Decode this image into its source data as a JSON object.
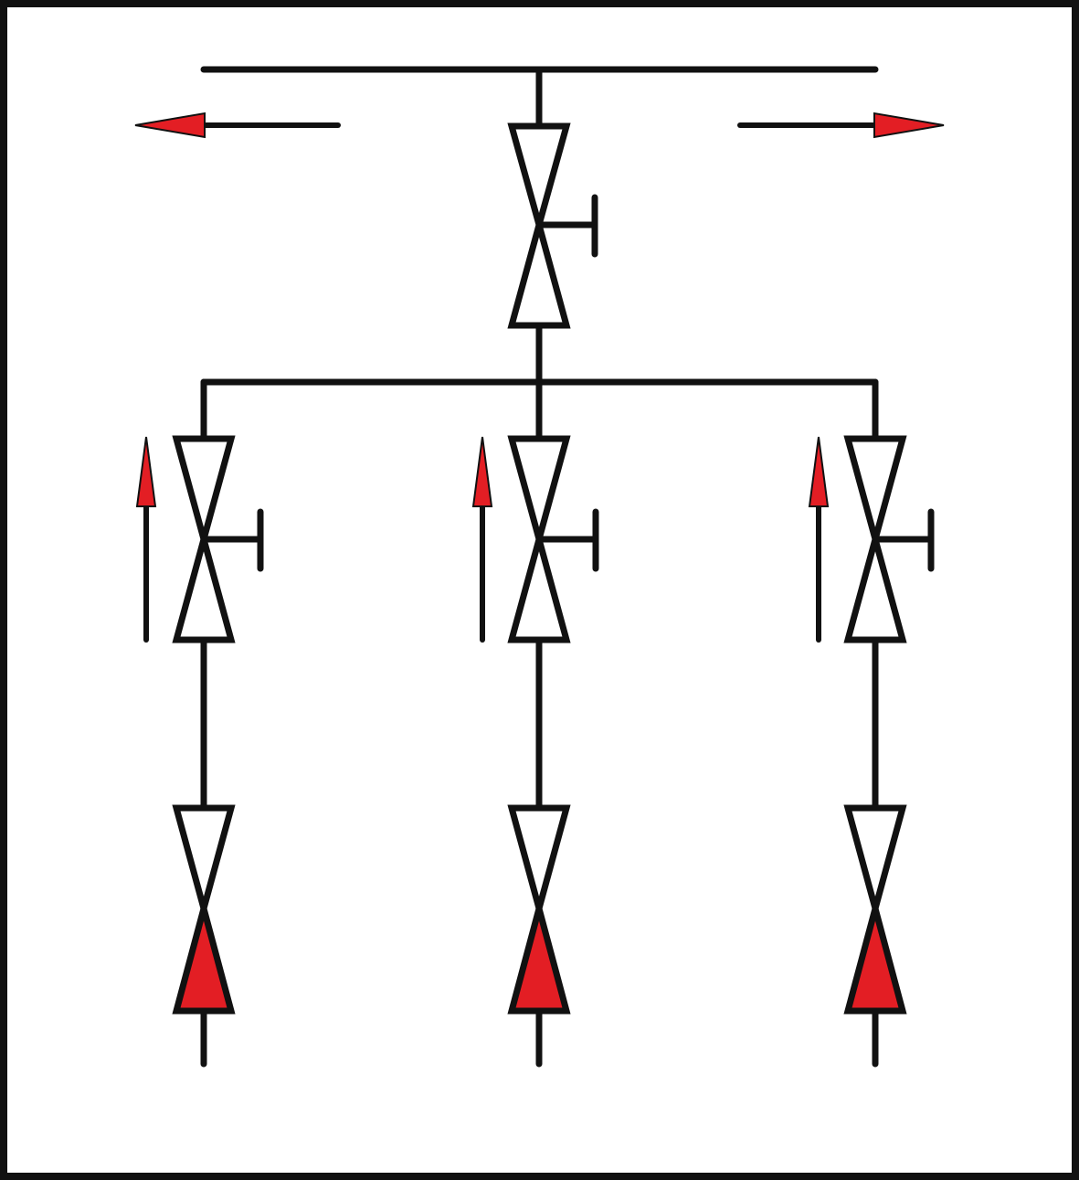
{
  "diagram": {
    "type": "valve-manifold-schematic",
    "colors": {
      "line": "#111111",
      "accent": "#e31e24",
      "background": "#ffffff"
    },
    "header_valve": {
      "kind": "hand-operated-valve",
      "state": "open"
    },
    "outlets": [
      {
        "direction": "left"
      },
      {
        "direction": "right"
      }
    ],
    "branches": [
      {
        "isolation_valve": "hand-operated-open",
        "check_valve": "half-closed",
        "flow": "up"
      },
      {
        "isolation_valve": "hand-operated-open",
        "check_valve": "half-closed",
        "flow": "up"
      },
      {
        "isolation_valve": "hand-operated-open",
        "check_valve": "half-closed",
        "flow": "up"
      }
    ]
  }
}
